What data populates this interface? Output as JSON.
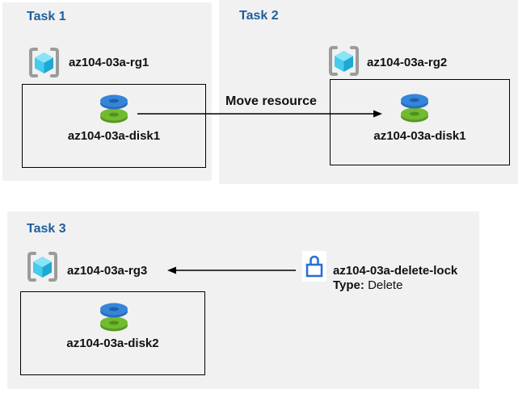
{
  "diagram": {
    "tasks": [
      {
        "title": "Task 1",
        "resource_group": {
          "label": "az104-03a-rg1",
          "icon": "resource-group-icon"
        },
        "resource": {
          "label": "az104-03a-disk1",
          "icon": "managed-disk-icon"
        }
      },
      {
        "title": "Task 2",
        "resource_group": {
          "label": "az104-03a-rg2",
          "icon": "resource-group-icon"
        },
        "resource": {
          "label": "az104-03a-disk1",
          "icon": "managed-disk-icon"
        }
      },
      {
        "title": "Task 3",
        "resource_group": {
          "label": "az104-03a-rg3",
          "icon": "resource-group-icon"
        },
        "resource": {
          "label": "az104-03a-disk2",
          "icon": "managed-disk-icon"
        }
      }
    ],
    "move_arrow": {
      "label": "Move resource"
    },
    "lock": {
      "name": "az104-03a-delete-lock",
      "type_label": "Type:",
      "type_value": "Delete",
      "icon": "lock-icon"
    }
  },
  "colors": {
    "panel_background": "#f1f1f1",
    "heading_blue": "#1e5f9e",
    "box_border": "#000000",
    "arrow": "#000000",
    "lock_blue": "#2b6fd4",
    "disk_blue": "#3585d8",
    "disk_blue_dark": "#1d5fae",
    "disk_green": "#72ba30",
    "disk_green_dark": "#4f9020",
    "bracket_gray": "#9b9b9b",
    "cube_cyan_light": "#8ae4f7",
    "cube_cyan_mid": "#45cbec",
    "cube_cyan_dark": "#1fa8d3"
  }
}
